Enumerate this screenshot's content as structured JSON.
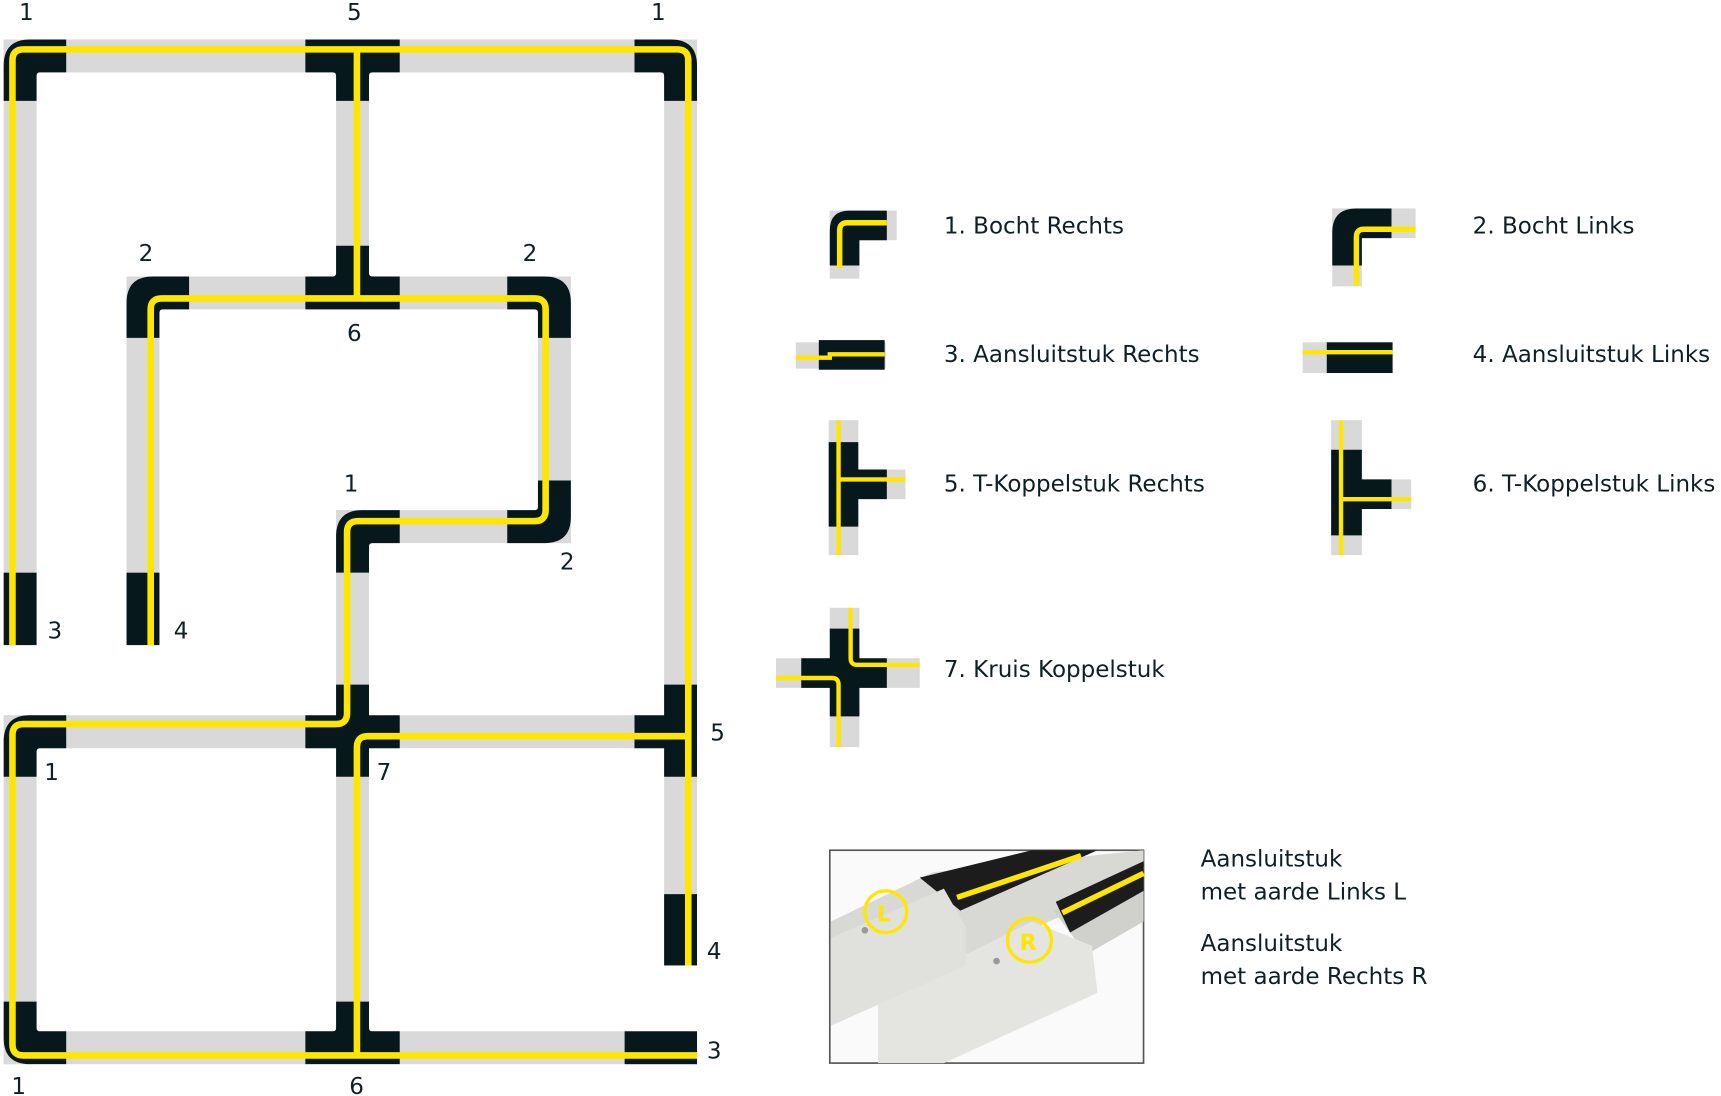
{
  "colors": {
    "track": "#d9d9d9",
    "connector": "#06181c",
    "conductor": "#ffe600",
    "text": "#0f1f26"
  },
  "diagram_labels": [
    "1",
    "5",
    "1",
    "2",
    "2",
    "6",
    "1",
    "2",
    "3",
    "4",
    "1",
    "7",
    "5",
    "4",
    "3",
    "1",
    "6"
  ],
  "legend": [
    {
      "label": "1. Bocht Rechts"
    },
    {
      "label": "2. Bocht Links"
    },
    {
      "label": "3. Aansluitstuk Rechts"
    },
    {
      "label": "4. Aansluitstuk Links"
    },
    {
      "label": "5. T-Koppelstuk Rechts"
    },
    {
      "label": "6. T-Koppelstuk Links"
    },
    {
      "label": "7. Kruis Koppelstuk"
    }
  ],
  "photo_caption": {
    "left_line1": "Aansluitstuk",
    "left_line2": "met aarde Links L",
    "right_line1": "Aansluitstuk",
    "right_line2": "met aarde Rechts R"
  },
  "photo_marks": {
    "left": "L",
    "right": "R"
  }
}
